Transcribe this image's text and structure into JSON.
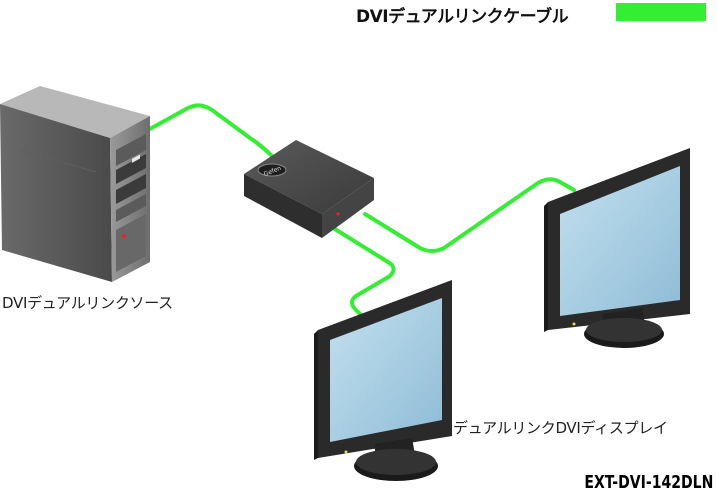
{
  "legend": {
    "cable_label": "DVIデュアルリンクケーブル",
    "cable_color": "#33ee33"
  },
  "nodes": {
    "source_label": "DVIデュアルリンクソース",
    "display_label": "デュアルリンクDVIディスプレイ",
    "device_logo": "Gefen"
  },
  "model": "EXT-DVI-142DLN",
  "colors": {
    "cable": "#33ee33",
    "screen": "#a8cfe4",
    "bezel": "#2a2a2a",
    "tower": "#8a8a8a"
  }
}
